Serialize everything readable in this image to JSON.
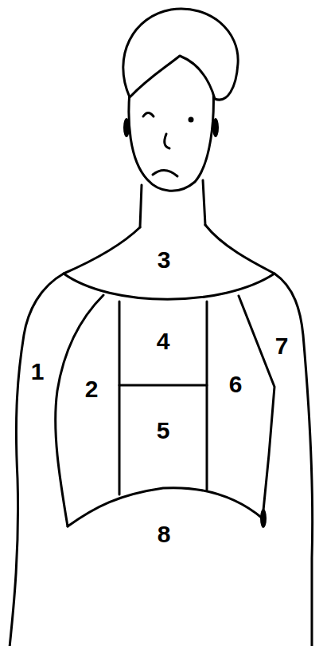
{
  "diagram": {
    "labels": [
      "3",
      "4",
      "7",
      "1",
      "2",
      "6",
      "5",
      "8"
    ]
  }
}
